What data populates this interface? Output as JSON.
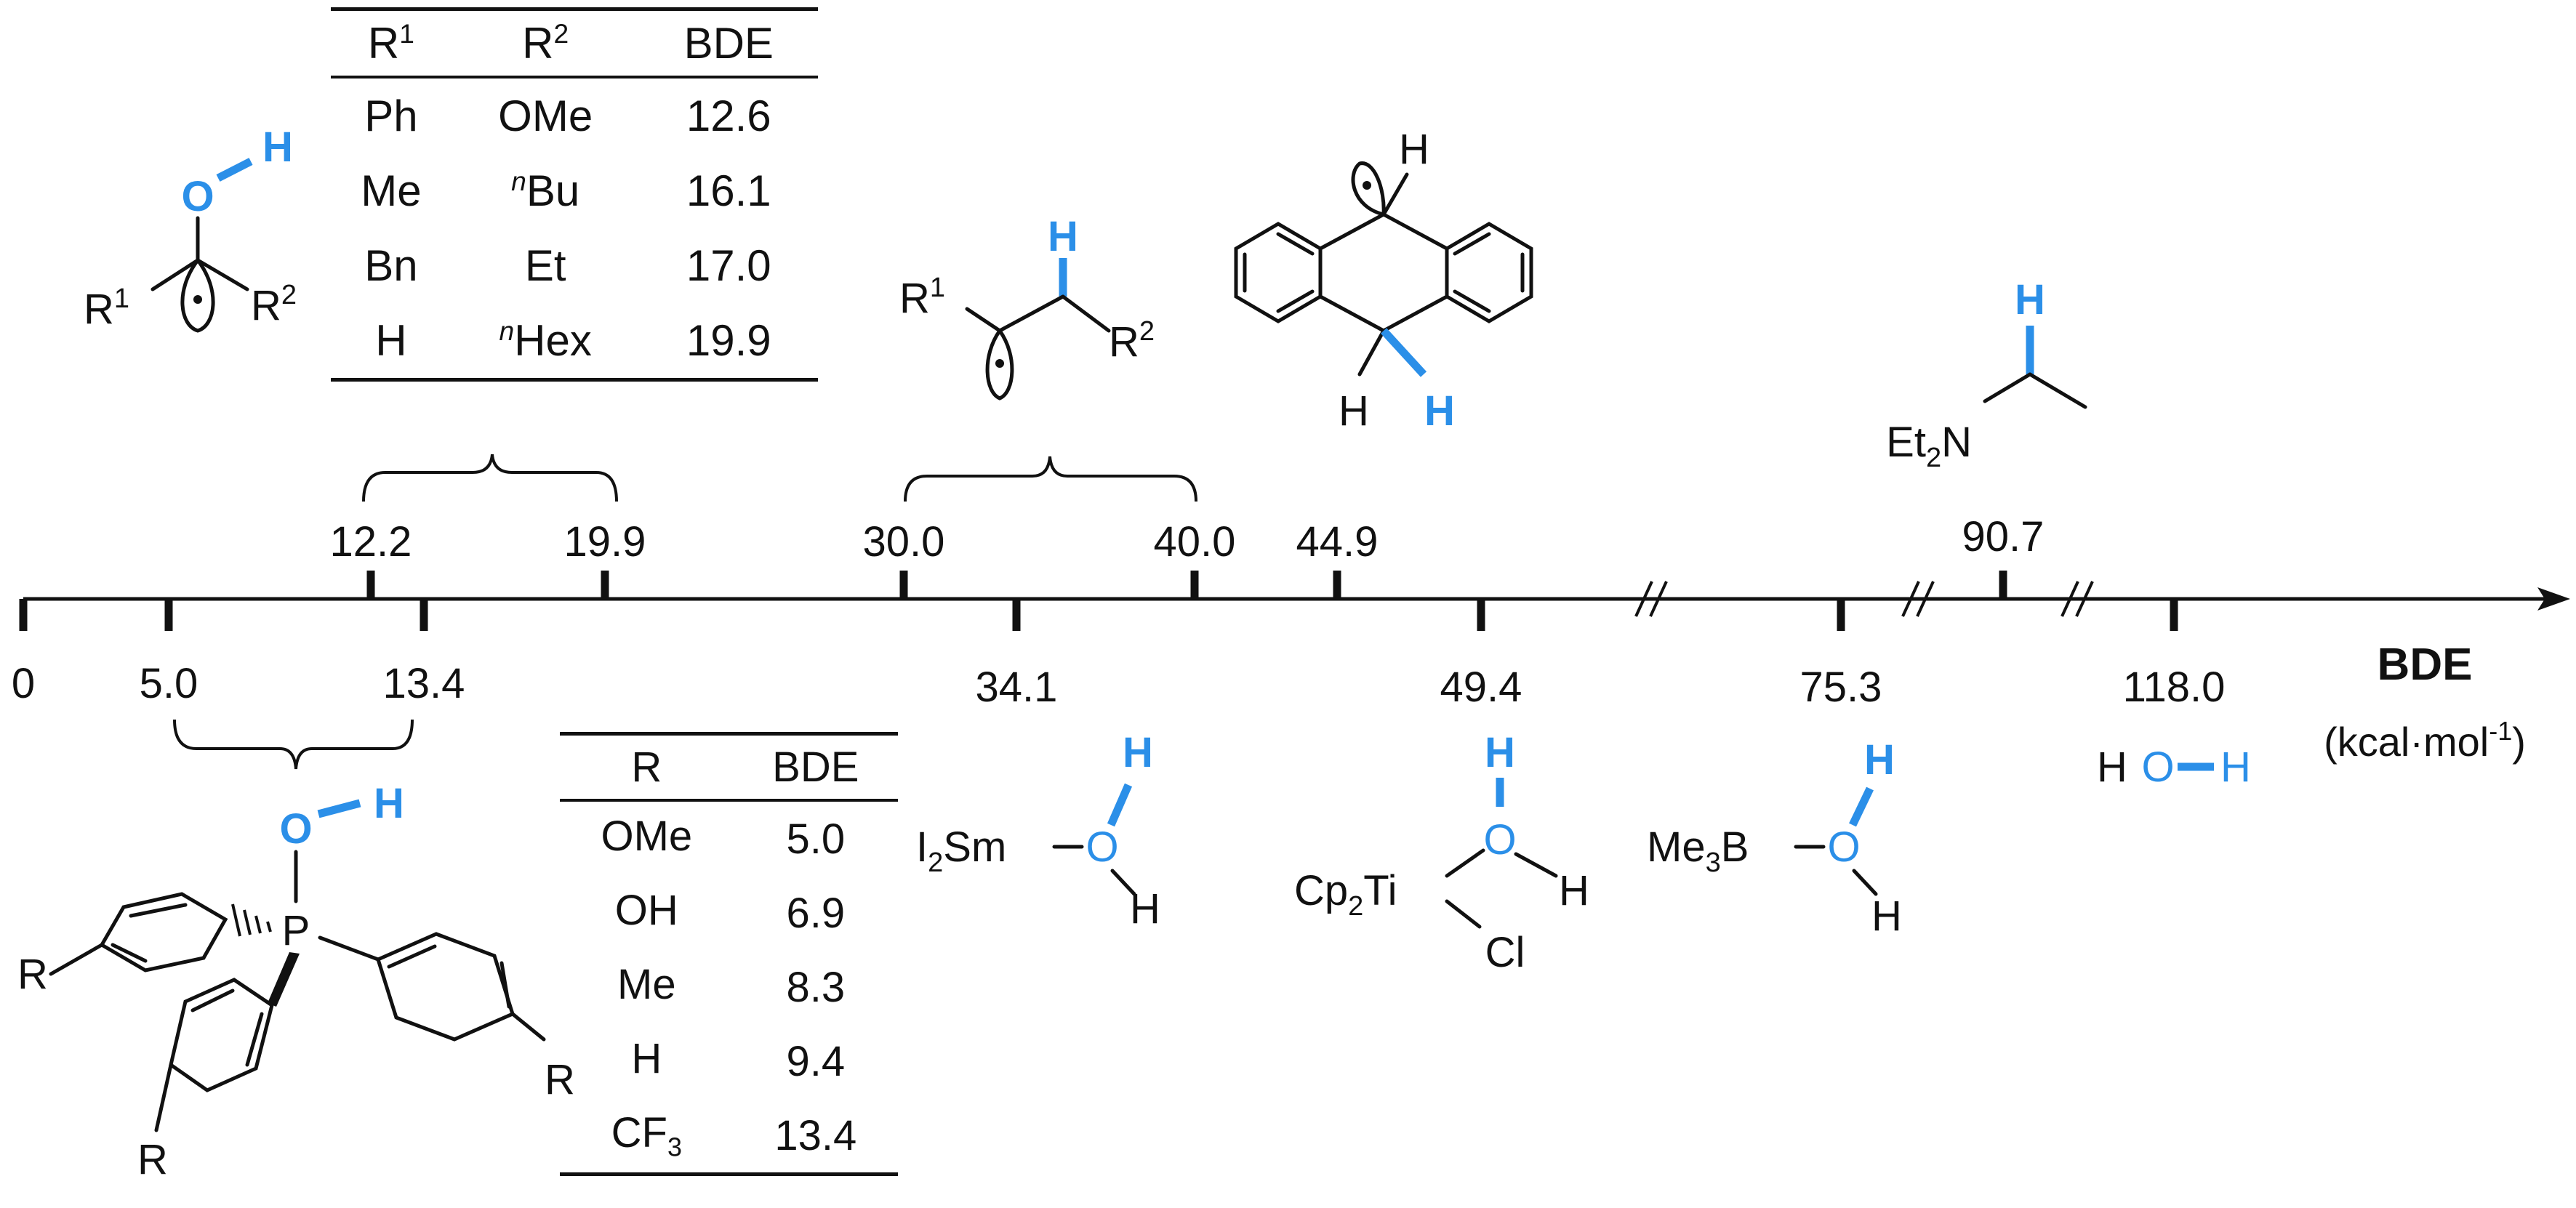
{
  "axis": {
    "label": "BDE",
    "unit_label": "(kcal·mol",
    "unit_exp": "-1",
    "unit_close": ")"
  },
  "ticks_top": [
    "12.2",
    "19.9",
    "30.0",
    "40.0",
    "44.9",
    "90.7"
  ],
  "ticks_bottom": [
    "0",
    "5.0",
    "13.4",
    "34.1",
    "49.4",
    "75.3",
    "118.0"
  ],
  "table_top": {
    "headers": {
      "r1": "R",
      "r1_sup": "1",
      "r2": "R",
      "r2_sup": "2",
      "bde": "BDE"
    },
    "rows": [
      {
        "r1": "Ph",
        "r2_pre": "",
        "r2": "OMe",
        "bde": "12.6"
      },
      {
        "r1": "Me",
        "r2_pre": "n",
        "r2": "Bu",
        "bde": "16.1"
      },
      {
        "r1": "Bn",
        "r2_pre": "",
        "r2": "Et",
        "bde": "17.0"
      },
      {
        "r1": "H",
        "r2_pre": "n",
        "r2": "Hex",
        "bde": "19.9"
      }
    ]
  },
  "table_bottom": {
    "headers": {
      "r": "R",
      "bde": "BDE"
    },
    "rows": [
      {
        "r": "OMe",
        "r_sub": "",
        "bde": "5.0"
      },
      {
        "r": "OH",
        "r_sub": "",
        "bde": "6.9"
      },
      {
        "r": "Me",
        "r_sub": "",
        "bde": "8.3"
      },
      {
        "r": "H",
        "r_sub": "",
        "bde": "9.4"
      },
      {
        "r": "CF",
        "r_sub": "3",
        "bde": "13.4"
      }
    ]
  },
  "molecules": {
    "alkoxy": {
      "o": "O",
      "h": "H",
      "r1": "R",
      "r1_sup": "1",
      "r2": "R",
      "r2_sup": "2"
    },
    "alkyl": {
      "h": "H",
      "r1": "R",
      "r1_sup": "1",
      "r2": "R",
      "r2_sup": "2"
    },
    "dihydroanthracene": {
      "h_top": "H",
      "h_left": "H",
      "h_right": "H"
    },
    "amine": {
      "h": "H",
      "et": "Et",
      "et_sub": "2",
      "n": "N"
    },
    "phosphine": {
      "o": "O",
      "h": "H",
      "p": "P",
      "r_left": "R",
      "r_bottom": "R",
      "r_right": "R"
    },
    "samarium": {
      "i": "I",
      "i_sub": "2",
      "sm": "Sm",
      "o": "O",
      "h_top": "H",
      "h_bottom": "H"
    },
    "titanium": {
      "cp": "Cp",
      "cp_sub": "2",
      "ti": "Ti",
      "cl": "Cl",
      "o": "O",
      "h_top": "H",
      "h_right": "H"
    },
    "borane": {
      "me": "Me",
      "me_sub": "3",
      "b": "B",
      "o": "O",
      "h_top": "H",
      "h_bottom": "H"
    },
    "water": {
      "h1": "H",
      "o": "O",
      "h2": "H"
    }
  },
  "colors": {
    "highlight": "#2b8fe8",
    "ink": "#111111"
  }
}
